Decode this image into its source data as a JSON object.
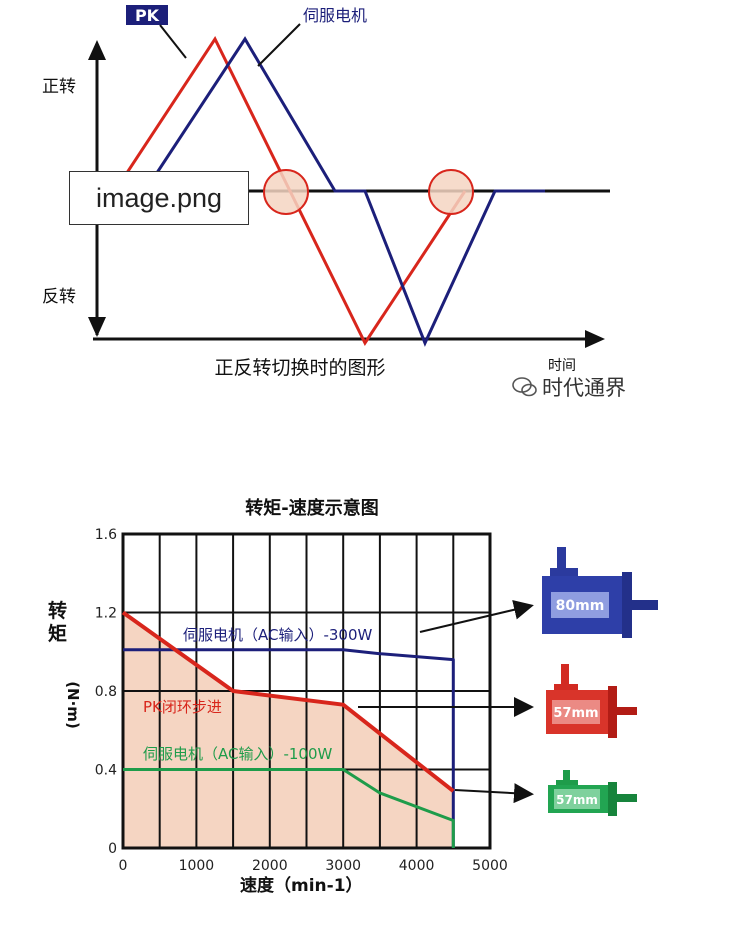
{
  "top_chart": {
    "title": "正反转切换时的图形",
    "y_top_label": "正转",
    "y_bottom_label": "反转",
    "x_label": "时间",
    "pk_label": "PK",
    "servo_label": "伺服电机",
    "colors": {
      "pk": "#d8261c",
      "servo": "#1c1f7a",
      "axis": "#111111",
      "circle_fill": "#f5d5c2",
      "circle_stroke": "#d8261c"
    }
  },
  "overlay": {
    "text": "image.png"
  },
  "watermark": {
    "text": "时代通界"
  },
  "bottom_chart": {
    "title": "转矩-速度示意图",
    "ylabel_main": "转矩",
    "ylabel_unit": "(N·m)",
    "xlabel": "速度（min-1）",
    "series_labels": {
      "servo300": "伺服电机（AC输入）-300W",
      "pk": "PK闭环步进",
      "servo100": "伺服电机（AC输入）-100W"
    },
    "motor_badges": [
      "80mm",
      "57mm",
      "57mm"
    ]
  },
  "chart_data": [
    {
      "type": "line",
      "title": "正反转切换时的图形",
      "xlabel": "时间",
      "ylabel": "",
      "series": [
        {
          "name": "PK",
          "color": "#d8261c",
          "points": [
            [
              0,
              0
            ],
            [
              1,
              1
            ],
            [
              2.5,
              -1
            ],
            [
              3.5,
              0
            ]
          ]
        },
        {
          "name": "伺服电机",
          "color": "#1c1f7a",
          "points": [
            [
              0.3,
              0
            ],
            [
              1.3,
              1
            ],
            [
              2.2,
              0
            ],
            [
              2.5,
              0
            ],
            [
              3.1,
              -1
            ],
            [
              3.8,
              0
            ],
            [
              4.3,
              0
            ]
          ]
        }
      ],
      "ylim": [
        -1,
        1
      ],
      "annotations": [
        "circle at first switching",
        "circle at second switching"
      ]
    },
    {
      "type": "line",
      "title": "转矩-速度示意图",
      "xlabel": "速度（min-1）",
      "ylabel": "转矩 (N·m)",
      "xlim": [
        0,
        5000
      ],
      "ylim": [
        0,
        1.6
      ],
      "xticks": [
        0,
        1000,
        2000,
        3000,
        4000,
        5000
      ],
      "yticks": [
        0,
        0.4,
        0.8,
        1.2,
        1.6
      ],
      "grid": true,
      "series": [
        {
          "name": "伺服电机（AC输入）-300W",
          "color": "#1c1f7a",
          "x": [
            0,
            3000,
            3500,
            4500,
            4500
          ],
          "y": [
            1.01,
            1.01,
            0.99,
            0.96,
            0
          ]
        },
        {
          "name": "PK闭环步进",
          "color": "#d8261c",
          "fill": "#f5d5c2",
          "x": [
            0,
            1500,
            3000,
            4500
          ],
          "y": [
            1.2,
            0.8,
            0.73,
            0.29
          ]
        },
        {
          "name": "伺服电机（AC输入）-100W",
          "color": "#1e9c4a",
          "x": [
            0,
            3000,
            3500,
            4500,
            4500
          ],
          "y": [
            0.4,
            0.4,
            0.28,
            0.14,
            0
          ]
        }
      ]
    }
  ]
}
